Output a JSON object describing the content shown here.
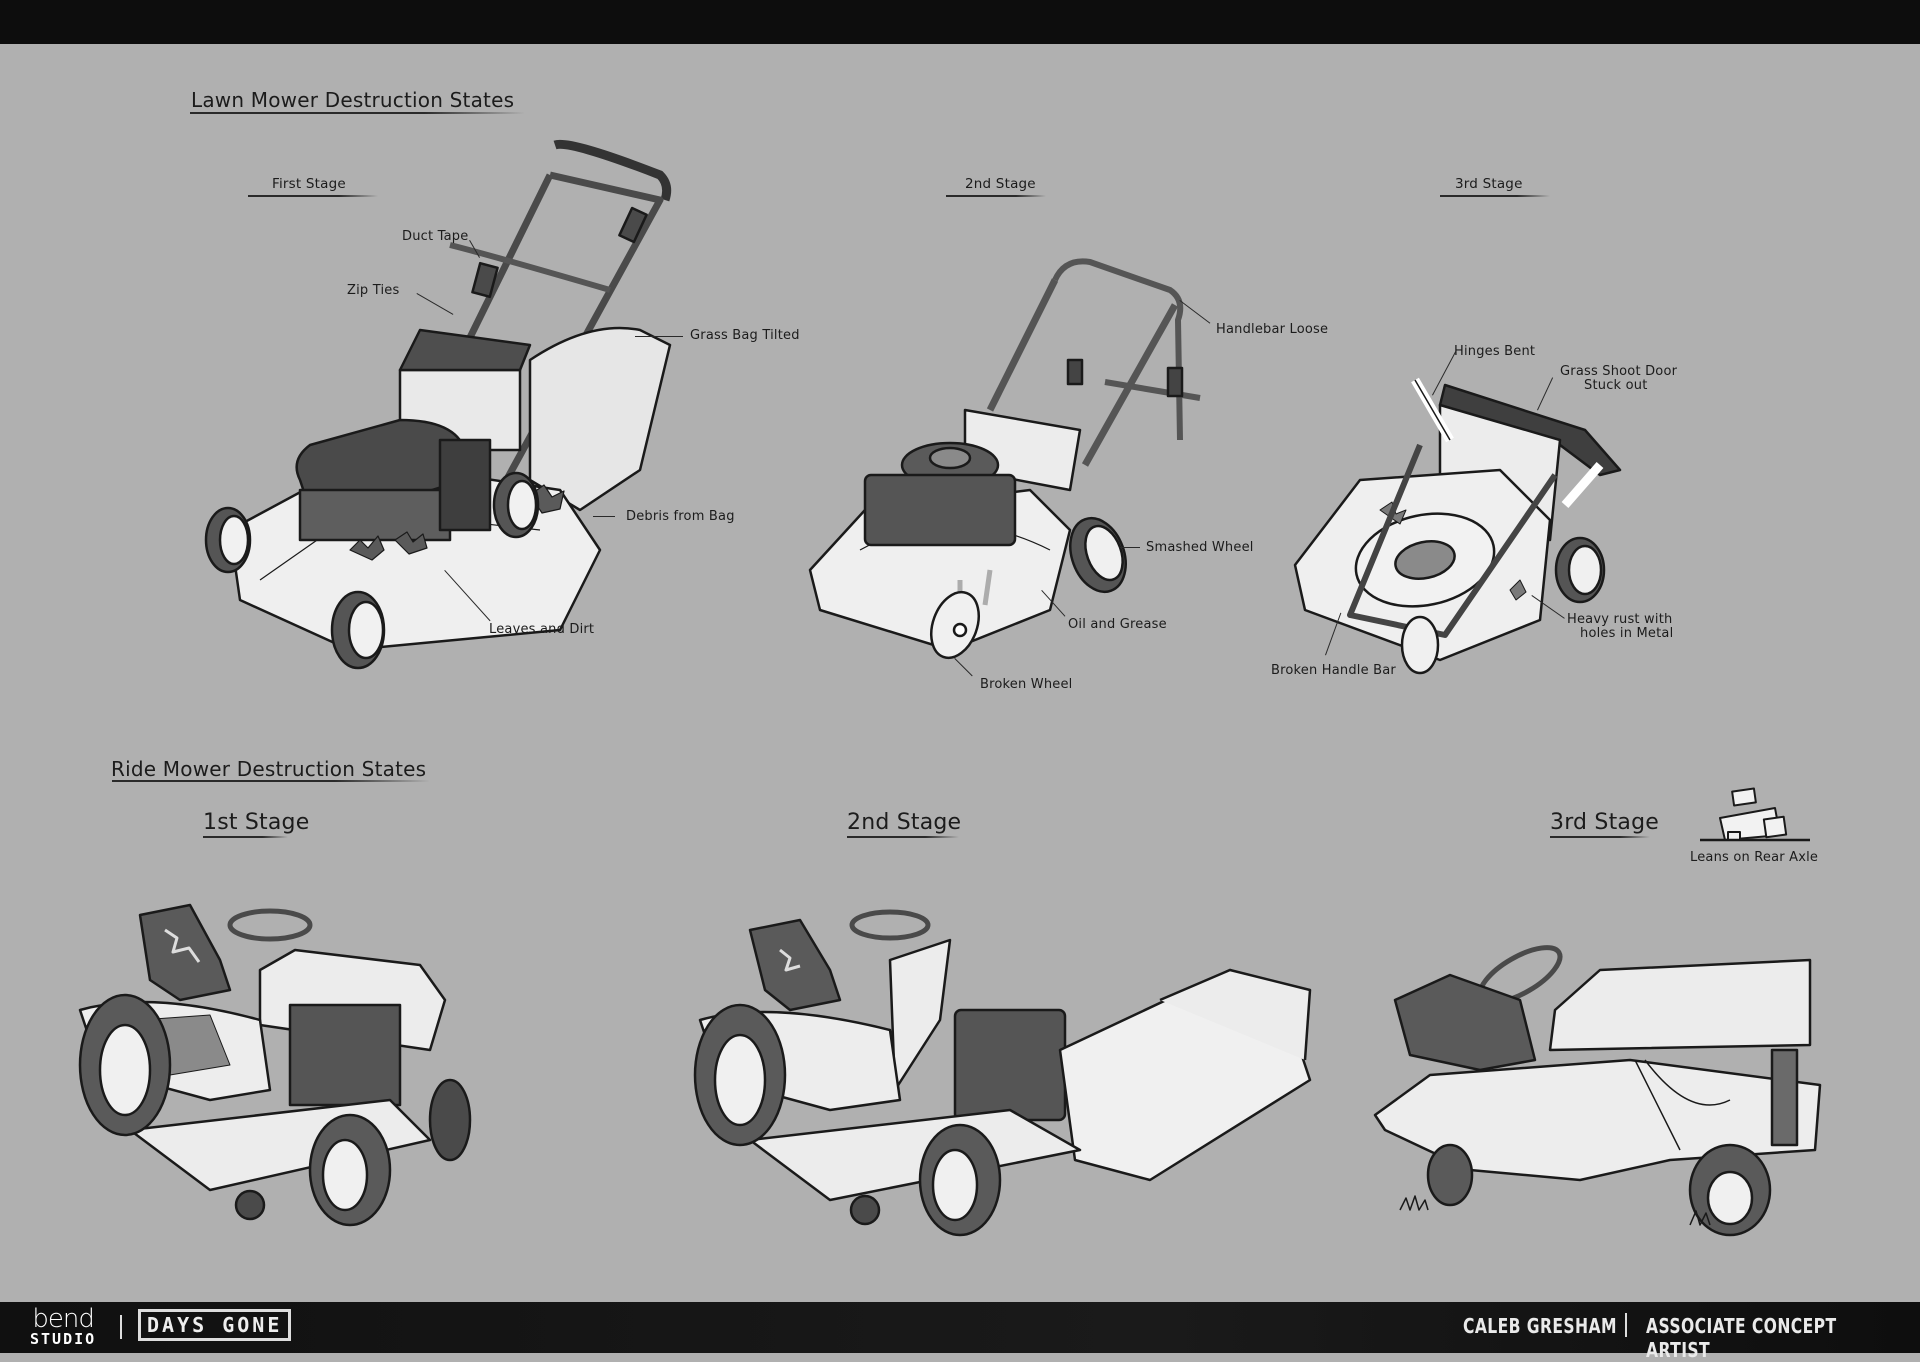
{
  "sheet": {
    "background_color": "#b0b0b0",
    "bar_color": "#0d0d0d"
  },
  "lawn_mower": {
    "title": "Lawn Mower Destruction States",
    "stages": [
      {
        "label": "First Stage",
        "callouts": [
          "Duct Tape",
          "Zip Ties",
          "Grass Bag Tilted",
          "Debris from Bag",
          "Leaves and Dirt"
        ]
      },
      {
        "label": "2nd Stage",
        "callouts": [
          "Handlebar Loose",
          "Smashed Wheel",
          "Oil and Grease",
          "Broken Wheel"
        ]
      },
      {
        "label": "3rd Stage",
        "callouts": [
          "Hinges Bent",
          "Grass Shoot Door",
          "Stuck out",
          "Heavy rust with",
          "holes in Metal",
          "Broken Handle Bar"
        ]
      }
    ]
  },
  "ride_mower": {
    "title": "Ride Mower Destruction States",
    "stages": [
      {
        "label": "1st Stage"
      },
      {
        "label": "2nd Stage"
      },
      {
        "label": "3rd Stage",
        "note": "Leans on Rear Axle"
      }
    ]
  },
  "footer": {
    "studio_logo_top": "bend",
    "studio_logo_bottom": "STUDIO",
    "game_logo": "DAYS GONE",
    "artist_name": "CALEB GRESHAM",
    "artist_role": "ASSOCIATE CONCEPT ARTIST"
  }
}
